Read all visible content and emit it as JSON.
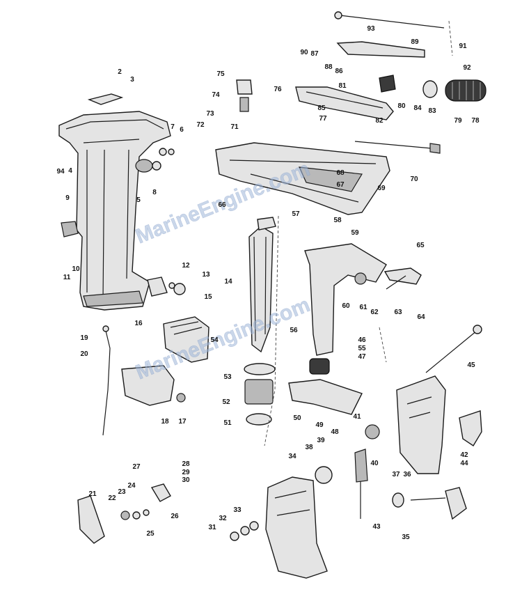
{
  "watermark_text": "MarineEngine.com",
  "callouts": [
    "2",
    "3",
    "4",
    "5",
    "6",
    "7",
    "8",
    "9",
    "10",
    "11",
    "12",
    "13",
    "14",
    "15",
    "16",
    "17",
    "18",
    "19",
    "20",
    "21",
    "22",
    "23",
    "24",
    "25",
    "26",
    "27",
    "28",
    "29",
    "30",
    "31",
    "32",
    "33",
    "34",
    "35",
    "36",
    "37",
    "38",
    "39",
    "40",
    "41",
    "42",
    "43",
    "44",
    "45",
    "46",
    "47",
    "48",
    "49",
    "50",
    "51",
    "52",
    "53",
    "54",
    "55",
    "56",
    "57",
    "58",
    "59",
    "60",
    "61",
    "62",
    "63",
    "64",
    "65",
    "66",
    "67",
    "68",
    "69",
    "70",
    "71",
    "72",
    "73",
    "74",
    "75",
    "76",
    "77",
    "78",
    "79",
    "80",
    "81",
    "82",
    "83",
    "84",
    "85",
    "86",
    "87",
    "88",
    "89",
    "90",
    "91",
    "92",
    "93",
    "94"
  ]
}
